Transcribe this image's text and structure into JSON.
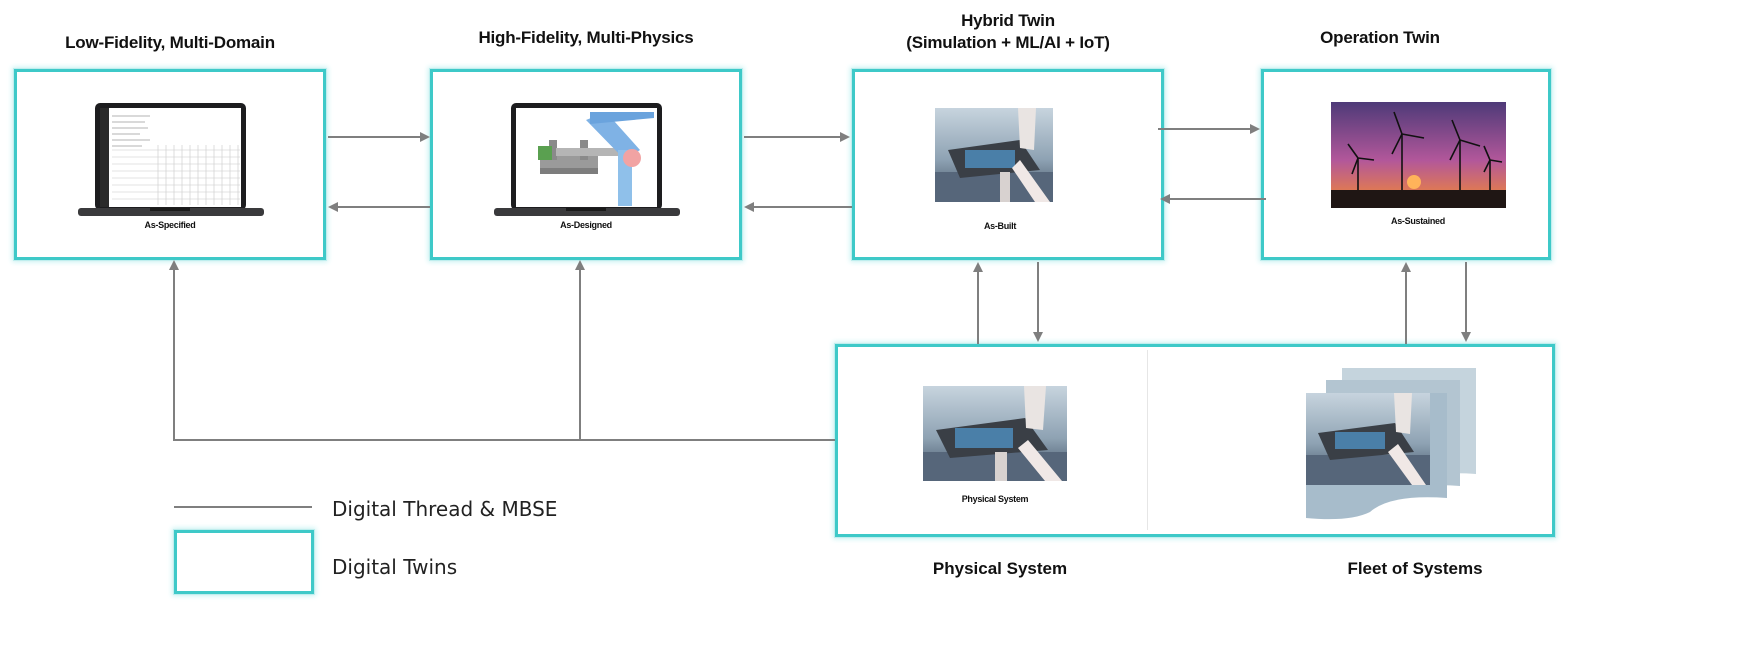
{
  "stages": [
    {
      "title": "Low-Fidelity, Multi-Domain",
      "caption": "As-Specified"
    },
    {
      "title": "High-Fidelity, Multi-Physics",
      "caption": "As-Designed"
    },
    {
      "title": "Hybrid Twin\n(Simulation + ML/AI + IoT)",
      "caption": "As-Built"
    },
    {
      "title": "Operation Twin",
      "caption": "As-Sustained"
    }
  ],
  "physical": {
    "caption": "Physical System",
    "left_label": "Physical System",
    "right_label": "Fleet of Systems"
  },
  "legend": {
    "thread": "Digital Thread & MBSE",
    "twins": "Digital Twins"
  },
  "colors": {
    "twin_border": "#3ec9c8",
    "arrow": "#7f7f7f"
  },
  "icons": [
    "laptop-matrix-image",
    "laptop-cad-image",
    "turbine-nacelle-image",
    "wind-farm-sunset-image"
  ]
}
